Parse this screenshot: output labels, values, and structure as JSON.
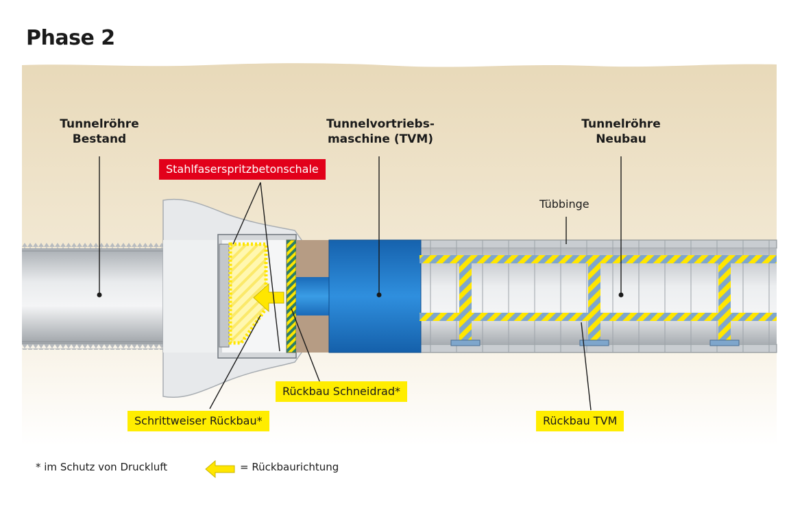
{
  "title": "Phase 2",
  "labels": {
    "existing_tube": "Tunnelröhre\nBestand",
    "tbm": "Tunnelvortriebs-\nmaschine (TVM)",
    "new_tube": "Tunnelröhre\nNeubau",
    "segments": "Tübbinge"
  },
  "callouts": {
    "shotcrete_shell": "Stahlfaserspritzbetonschale",
    "cutter_dismantle": "Rückbau Schneidrad*",
    "stepwise_dismantle": "Schrittweiser Rückbau*",
    "tbm_dismantle": "Rückbau TVM"
  },
  "footnote": "* im Schutz von Druckluft",
  "legend": {
    "icon": "yellow-arrow-left-icon",
    "text": "= Rückbaurichtung"
  },
  "colors": {
    "ground": "#ecdfc4",
    "tbm_blue": "#1e78c8",
    "callout_red": "#e2001a",
    "callout_yellow": "#ffed00",
    "stripe_blue": "#7ea6cc"
  }
}
